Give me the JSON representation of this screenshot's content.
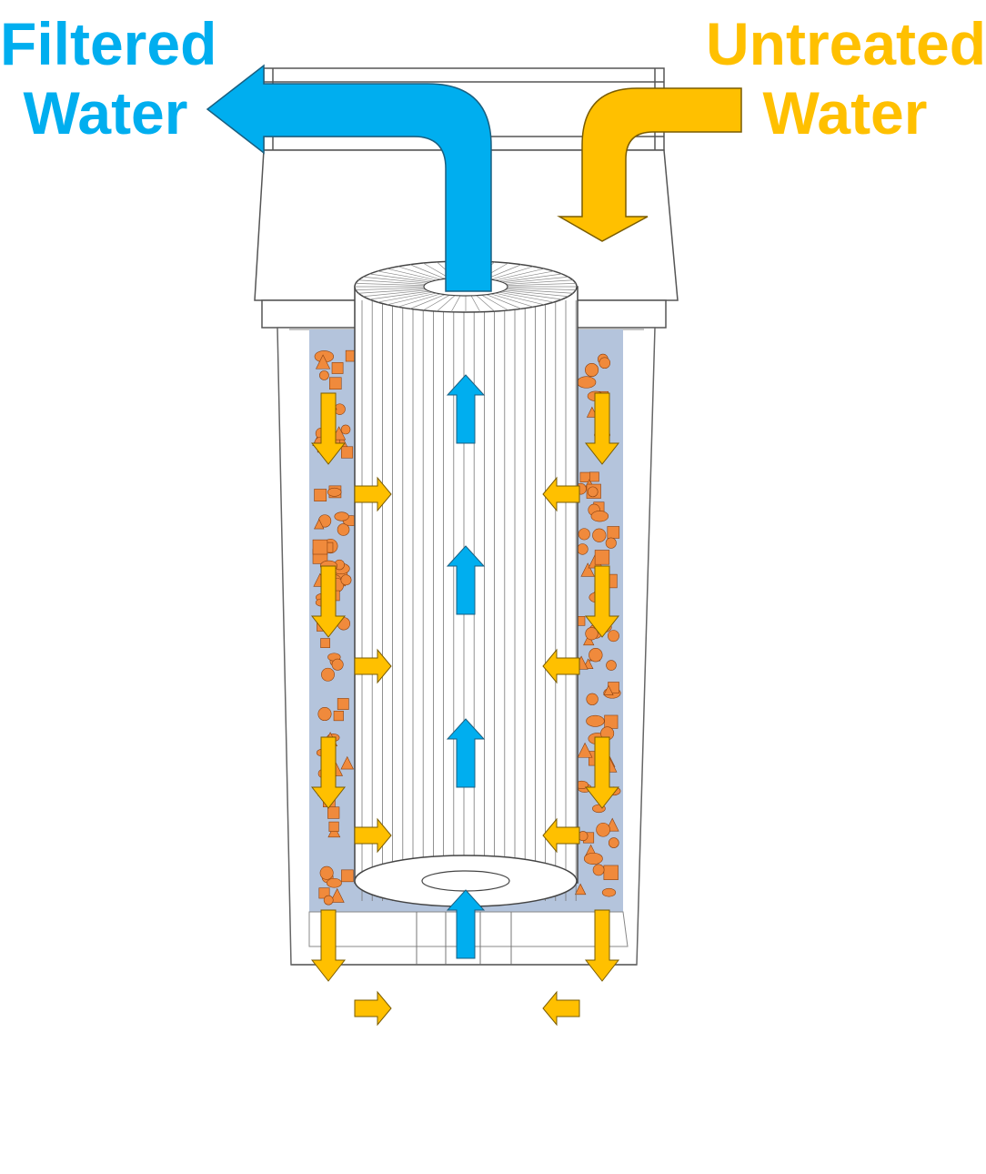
{
  "labels": {
    "outlet_line1": "Filtered",
    "outlet_line2": "Water",
    "inlet_line1": "Untreated",
    "inlet_line2": "Water"
  },
  "colors": {
    "filtered_water": "#00AEEF",
    "untreated_water": "#FFC000",
    "water_fill": "#B4C4DC",
    "sediment": "#F08A3C",
    "outline": "#333333"
  },
  "icons": {
    "inflow_arrow": "arrow-right-icon",
    "inflow_arrow_right_side": "arrow-left-icon",
    "downflow_arrow": "arrow-down-icon",
    "upflow_arrow": "arrow-up-icon",
    "sediment_particles": "particle-icon"
  }
}
